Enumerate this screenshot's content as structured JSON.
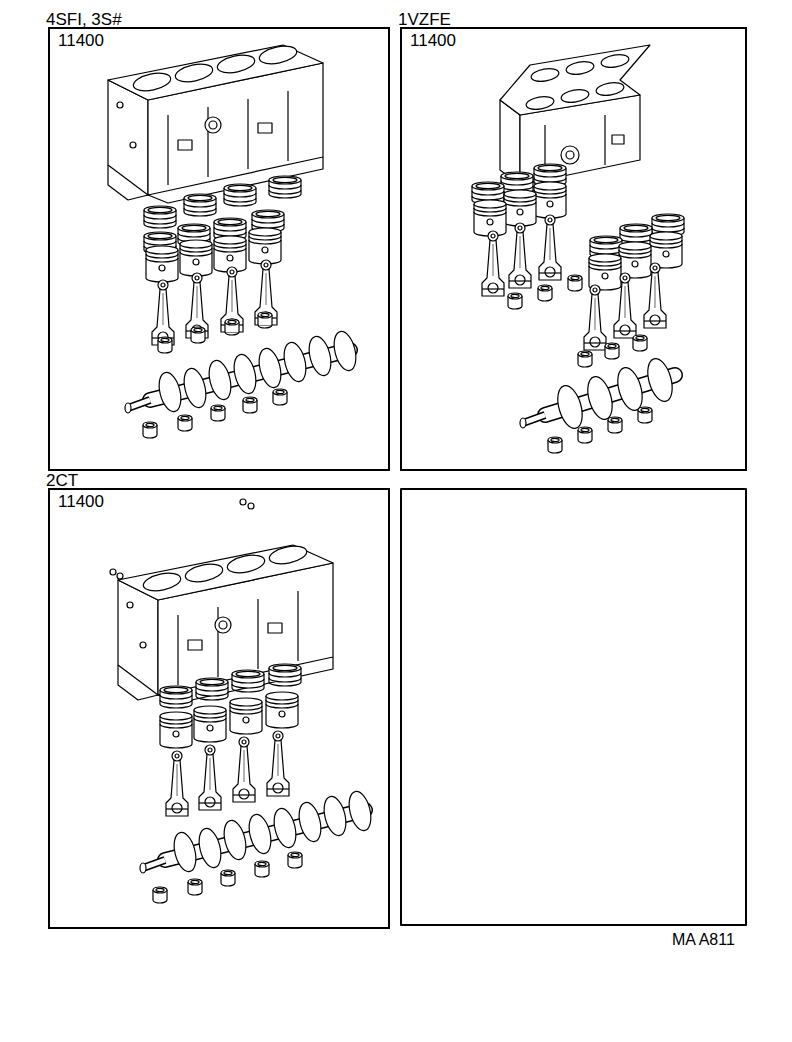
{
  "diagram": {
    "nodes": [
      {
        "text": [
          "4SFI, 3S#",
          "11400"
        ]
      },
      {
        "text": [
          "1VZFE",
          "11400"
        ]
      },
      {
        "text": [
          "2CT",
          "11400"
        ]
      }
    ],
    "labels": [
      "MA A811"
    ]
  }
}
